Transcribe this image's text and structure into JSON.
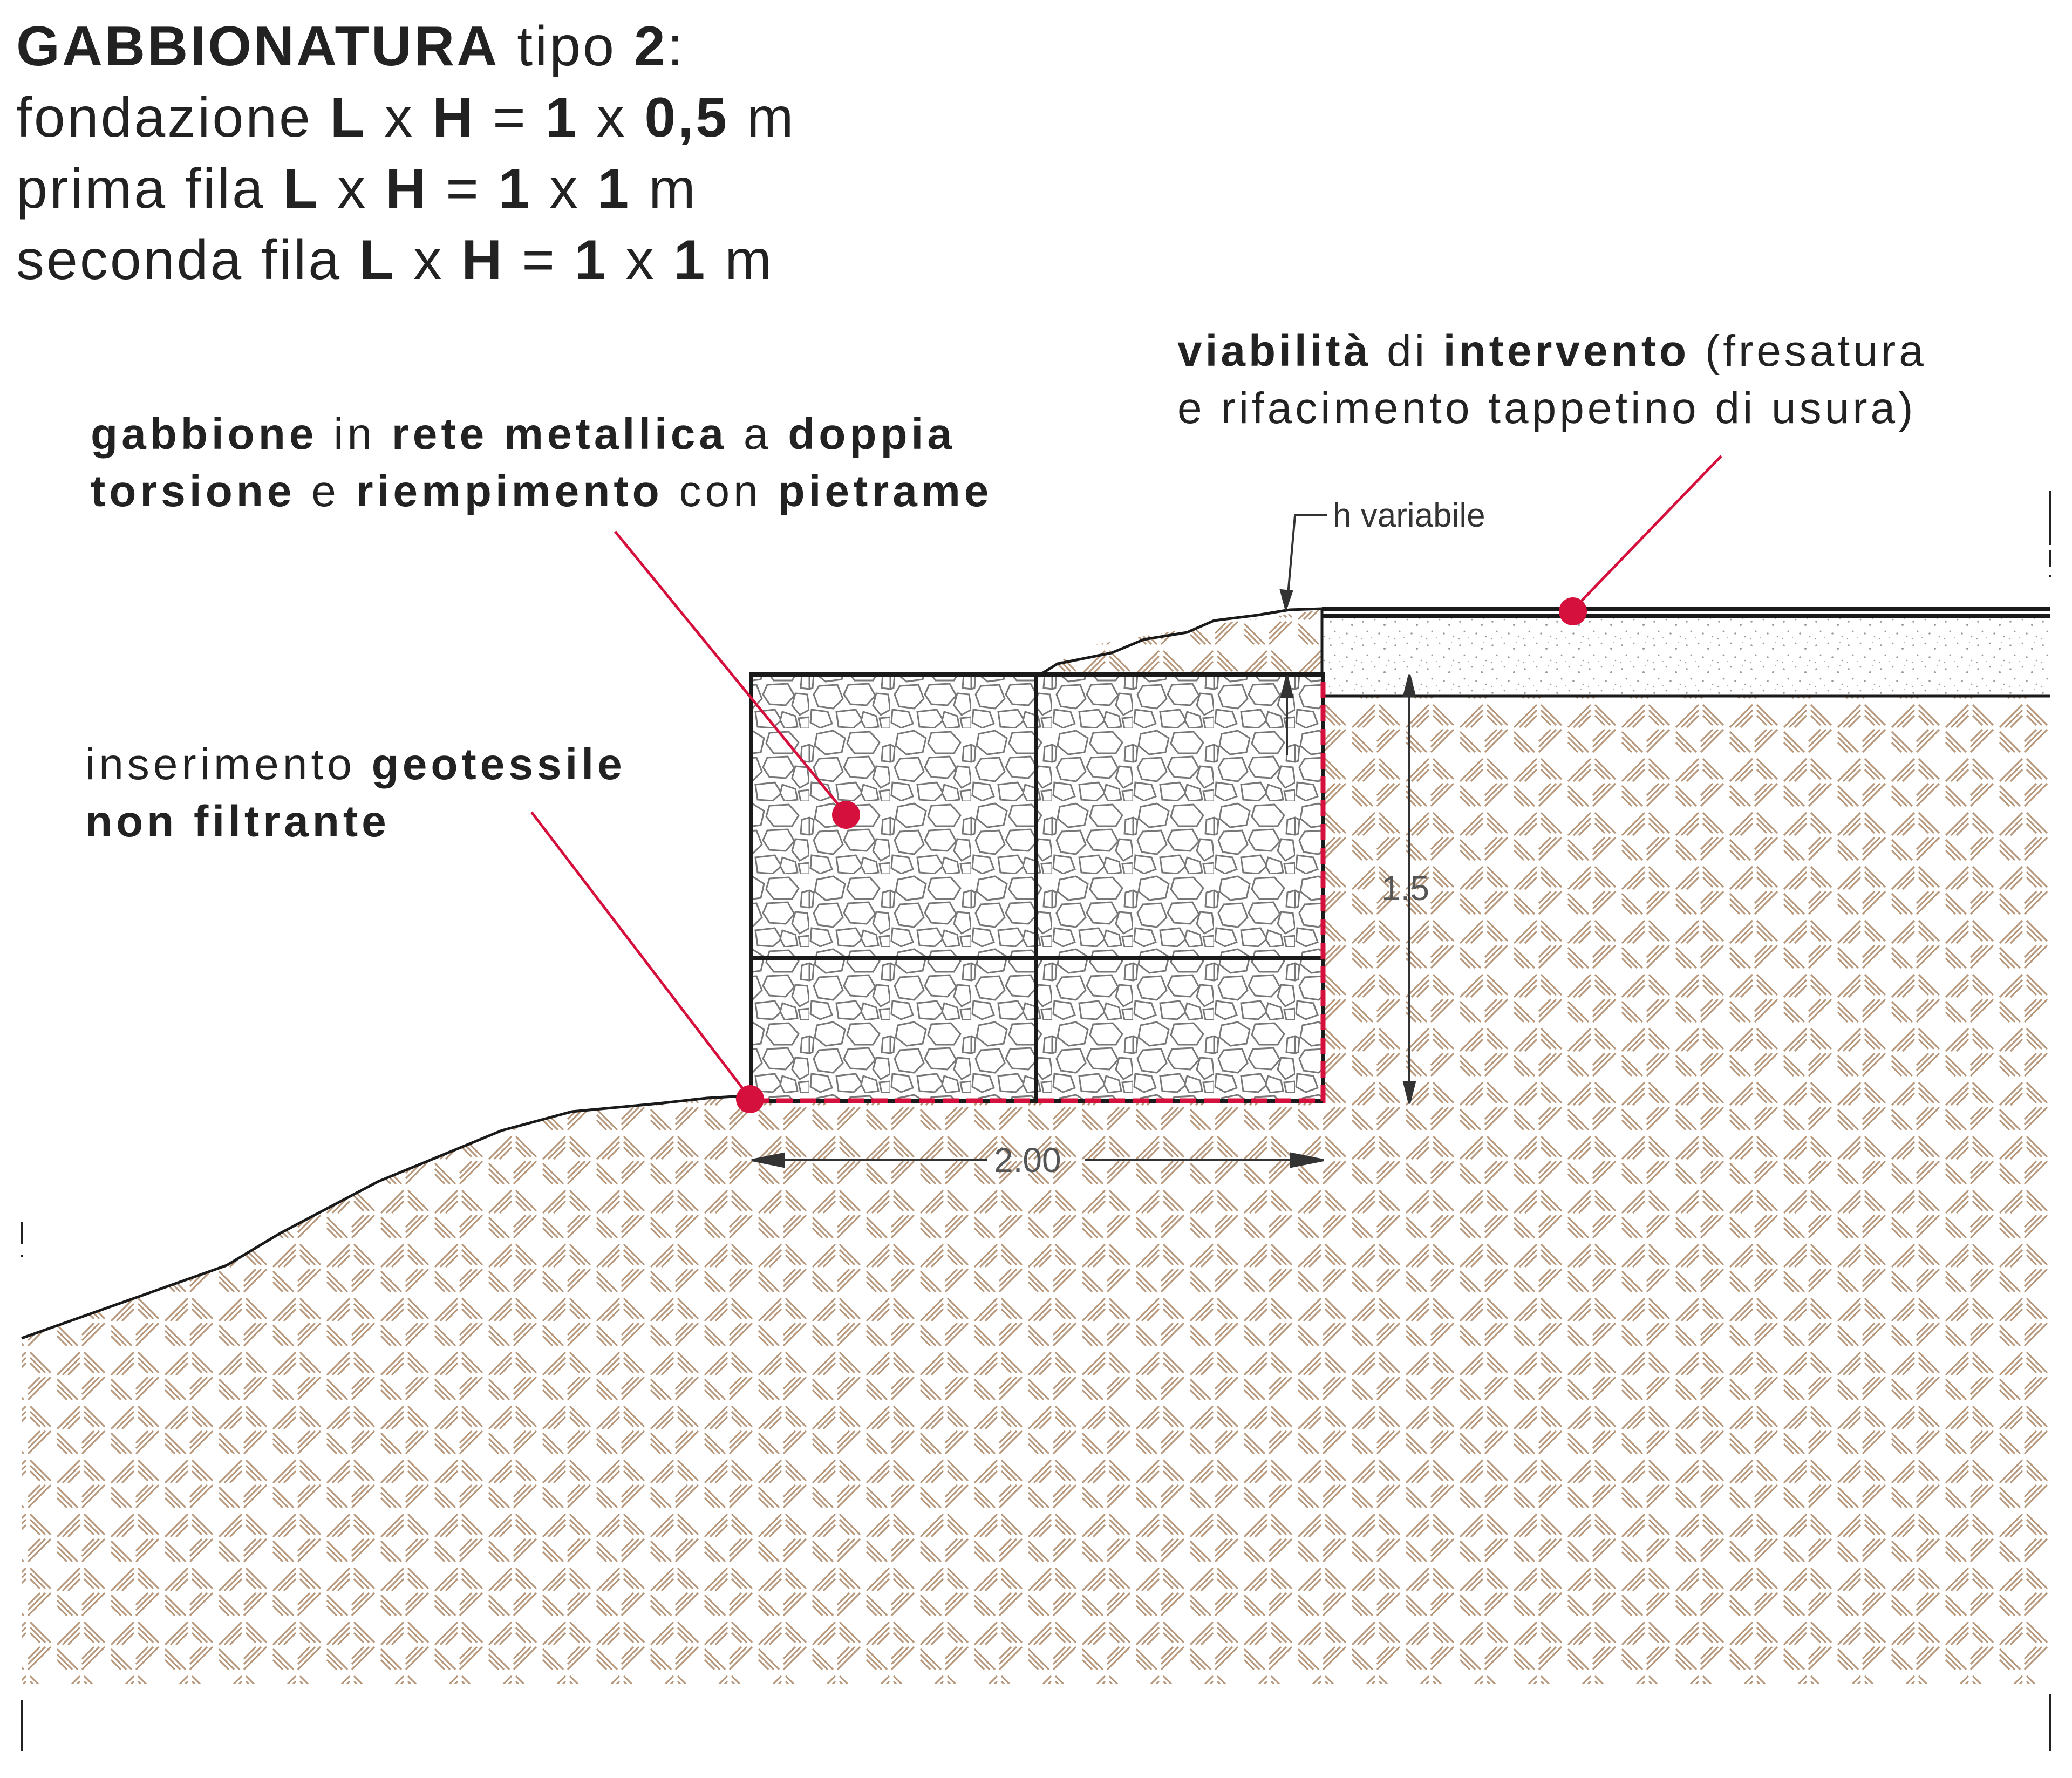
{
  "title": {
    "line1": [
      {
        "text": "GABBIONATURA",
        "bold": true
      },
      {
        "text": " tipo ",
        "bold": false
      },
      {
        "text": "2",
        "bold": true
      },
      {
        "text": ":",
        "bold": false
      }
    ],
    "line2": [
      {
        "text": "fondazione ",
        "bold": false
      },
      {
        "text": "L",
        "bold": true
      },
      {
        "text": " x ",
        "bold": false
      },
      {
        "text": "H",
        "bold": true
      },
      {
        "text": " = ",
        "bold": false
      },
      {
        "text": "1",
        "bold": true
      },
      {
        "text": " x ",
        "bold": false
      },
      {
        "text": "0,5",
        "bold": true
      },
      {
        "text": " m",
        "bold": false
      }
    ],
    "line3": [
      {
        "text": "prima fila ",
        "bold": false
      },
      {
        "text": "L",
        "bold": true
      },
      {
        "text": " x ",
        "bold": false
      },
      {
        "text": "H",
        "bold": true
      },
      {
        "text": " = ",
        "bold": false
      },
      {
        "text": "1",
        "bold": true
      },
      {
        "text": " x ",
        "bold": false
      },
      {
        "text": "1",
        "bold": true
      },
      {
        "text": " m",
        "bold": false
      }
    ],
    "line4": [
      {
        "text": "seconda fila ",
        "bold": false
      },
      {
        "text": "L",
        "bold": true
      },
      {
        "text": " x ",
        "bold": false
      },
      {
        "text": "H",
        "bold": true
      },
      {
        "text": " = ",
        "bold": false
      },
      {
        "text": "1",
        "bold": true
      },
      {
        "text": " x ",
        "bold": false
      },
      {
        "text": "1",
        "bold": true
      },
      {
        "text": " m",
        "bold": false
      }
    ]
  },
  "callouts": {
    "gabbione": {
      "line1": [
        {
          "text": "gabbione",
          "bold": true
        },
        {
          "text": " in ",
          "bold": false
        },
        {
          "text": "rete metallica",
          "bold": true
        },
        {
          "text": " a ",
          "bold": false
        },
        {
          "text": "doppia",
          "bold": true
        }
      ],
      "line2": [
        {
          "text": "torsione",
          "bold": true
        },
        {
          "text": " e ",
          "bold": false
        },
        {
          "text": "riempimento",
          "bold": true
        },
        {
          "text": " con ",
          "bold": false
        },
        {
          "text": "pietrame",
          "bold": true
        }
      ]
    },
    "viabilita": {
      "line1": [
        {
          "text": "viabilità",
          "bold": true
        },
        {
          "text": " di ",
          "bold": false
        },
        {
          "text": "intervento",
          "bold": true
        },
        {
          "text": " (fresatura",
          "bold": false
        }
      ],
      "line2": [
        {
          "text": "e rifacimento tappetino di usura)",
          "bold": false
        }
      ]
    },
    "geotessile": {
      "line1": [
        {
          "text": "inserimento ",
          "bold": false
        },
        {
          "text": "geotessile",
          "bold": true
        }
      ],
      "line2": [
        {
          "text": "non filtrante",
          "bold": true
        }
      ]
    }
  },
  "dimensions": {
    "h_variabile": "h variabile",
    "height": "1.5",
    "width": "2.00"
  },
  "colors": {
    "accent": "#d6103c",
    "soil_hatch": "#b5967a",
    "line": "#1a1a1a"
  }
}
